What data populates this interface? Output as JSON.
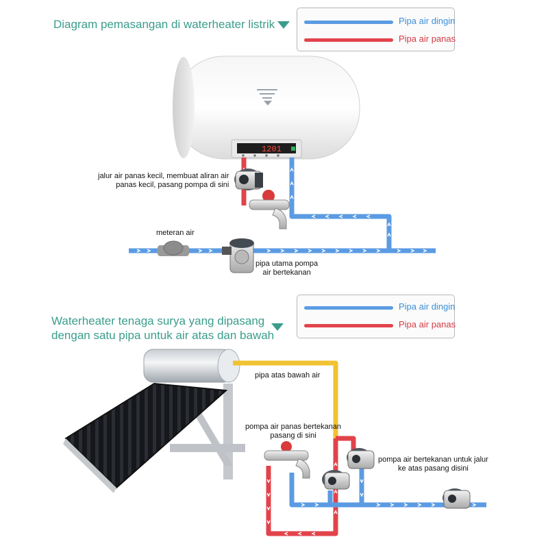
{
  "top": {
    "title": "Diagram pemasangan di waterheater listrik",
    "display_reading": "1201",
    "labels": {
      "small_flow_1": "jalur air panas kecil, membuat aliran air",
      "small_flow_2": "panas kecil, pasang pompa di sini",
      "meter": "meteran air",
      "main_pump_1": "pipa utama pompa",
      "main_pump_2": "air bertekanan"
    }
  },
  "bottom": {
    "title_1": "Waterheater tenaga surya yang dipasang",
    "title_2": "dengan satu pipa untuk air atas dan bawah",
    "labels": {
      "updown_pipe": "pipa atas bawah air",
      "hot_pump_1": "pompa air panas bertekanan",
      "hot_pump_2": "pasang di sini",
      "up_pump_1": "pompa air bertekanan untuk jalur",
      "up_pump_2": "ke atas pasang disini"
    }
  },
  "legend": {
    "cold_label": "Pipa air dingin",
    "hot_label": "Pipa air panas"
  },
  "colors": {
    "title": "#3a9d8c",
    "cold_pipe": "#5b9be3",
    "hot_pipe": "#e2434b",
    "solar_pipe": "#f1c232",
    "legend_cold_text": "#3b8fd8",
    "legend_hot_text": "#d63b44"
  }
}
